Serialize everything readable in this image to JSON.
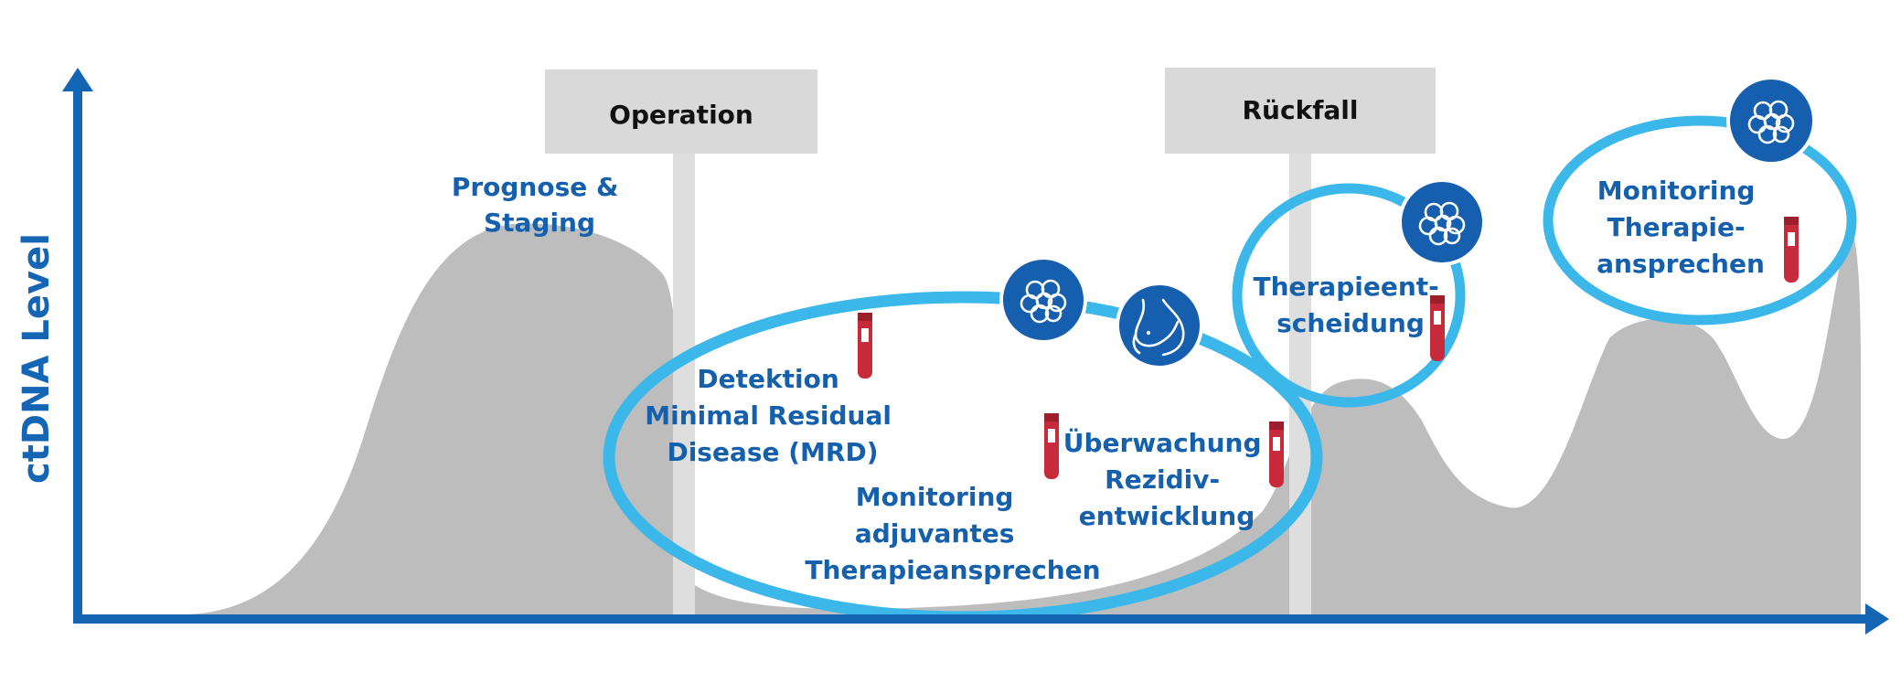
{
  "colors": {
    "axis": "#1565b5",
    "text": "#1560ad",
    "ellipse": "#3cb7ea",
    "curve": "#bdbdbd",
    "milestone_box": "#d9d9d9",
    "milestone_pole": "#dedede",
    "tube": "#c72a3a",
    "icon_circle": "#155fae"
  },
  "axis": {
    "y_label": "ctDNA Level"
  },
  "milestones": [
    {
      "id": "operation",
      "label": "Operation"
    },
    {
      "id": "rueckfall",
      "label": "Rückfall"
    }
  ],
  "stages": {
    "prognose": [
      "Prognose &",
      "Staging"
    ],
    "mrd": [
      "Detektion",
      "Minimal Residual",
      "Disease (MRD)"
    ],
    "adjuvant": [
      "Monitoring",
      "adjuvantes",
      "Therapieansprechen"
    ],
    "rezidiv": [
      "Überwachung",
      "Rezidiv-",
      "entwicklung"
    ],
    "therapieentscheidung": [
      "Therapieent-",
      "scheidung"
    ],
    "monitoring_therapie": [
      "Monitoring",
      "Therapie-",
      "ansprechen"
    ]
  },
  "icons": [
    {
      "name": "tumor-cells-icon"
    },
    {
      "name": "breast-icon"
    },
    {
      "name": "tumor-cells-icon"
    },
    {
      "name": "tumor-cells-icon"
    }
  ],
  "blood_tubes": 5
}
